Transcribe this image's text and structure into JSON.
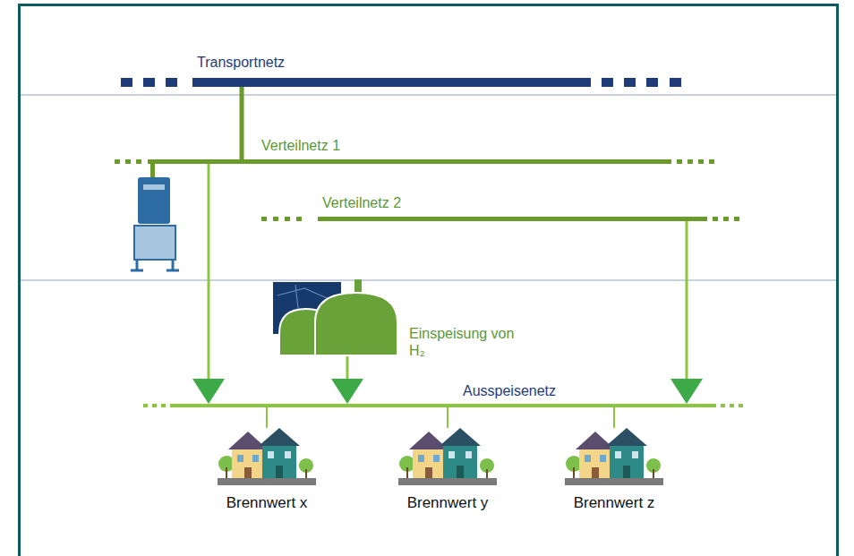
{
  "diagram": {
    "nodes": [
      {
        "text": [
          "Transportnetz"
        ]
      },
      {
        "text": [
          "Verteilnetz 1"
        ]
      },
      {
        "text": [
          "Verteilnetz 2"
        ]
      },
      {
        "text": [
          "Einspeisung von H₂"
        ]
      },
      {
        "text": [
          "Ausspeisenetz"
        ]
      },
      {
        "text": [
          "Brennwert x"
        ]
      },
      {
        "text": [
          "Brennwert y"
        ]
      },
      {
        "text": [
          "Brennwert z"
        ]
      }
    ],
    "edges": [
      {
        "from": 0,
        "to": 1,
        "arrow": "none"
      },
      {
        "from": 1,
        "to": 4,
        "arrow": "to"
      },
      {
        "from": 3,
        "to": 4,
        "arrow": "to"
      },
      {
        "from": 2,
        "to": 4,
        "arrow": "to"
      },
      {
        "from": 4,
        "to": 5,
        "arrow": "none"
      },
      {
        "from": 4,
        "to": 6,
        "arrow": "none"
      },
      {
        "from": 4,
        "to": 7,
        "arrow": "none"
      }
    ]
  }
}
